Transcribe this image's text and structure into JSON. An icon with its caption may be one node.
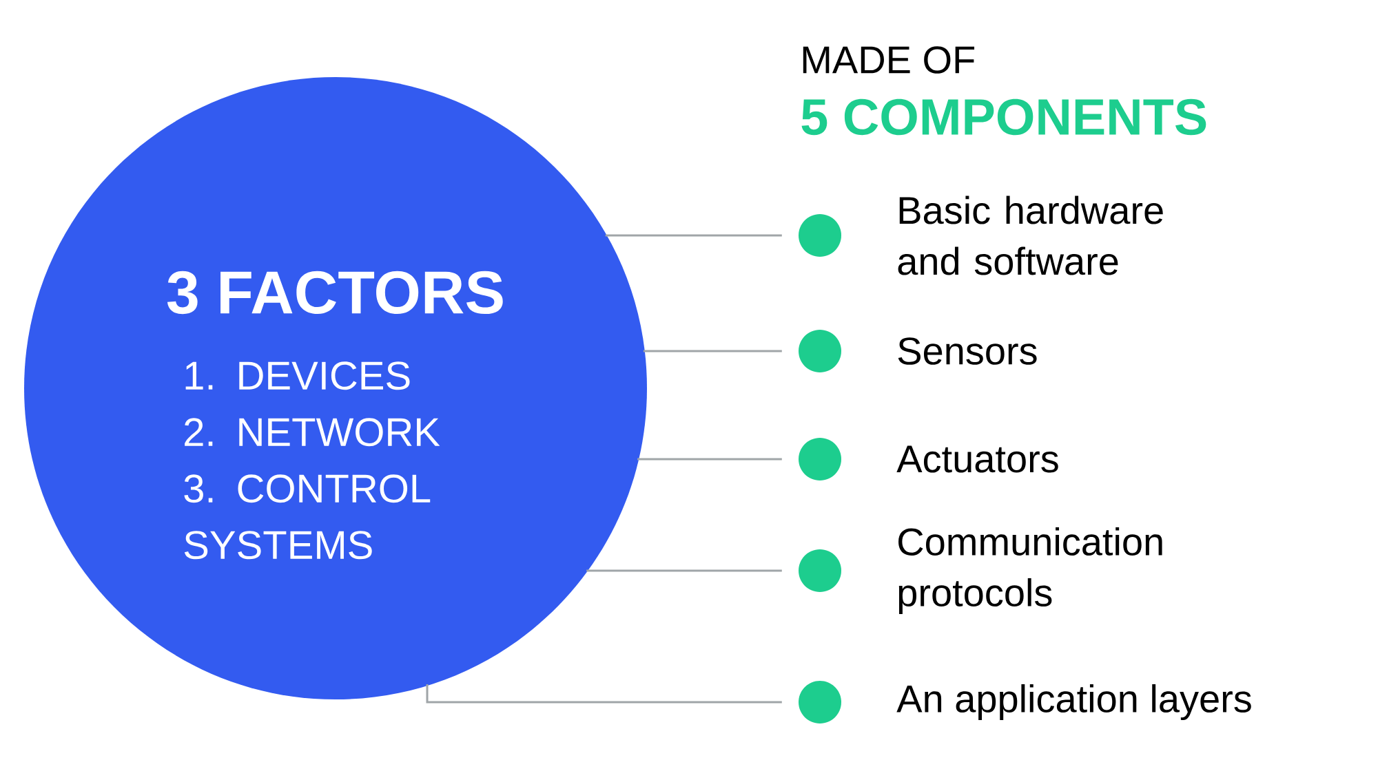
{
  "diagram": {
    "title": "MADE OF",
    "nodes": [
      {
        "text": [
          "3 FACTORS",
          "1. DEVICES",
          "2. NETWORK",
          "3. CONTROL SYSTEMS"
        ]
      },
      {
        "text": [],
        "shape": "circle",
        "beside": [
          "Basic hardware and software"
        ]
      },
      {
        "text": [],
        "shape": "circle",
        "beside": [
          "Sensors"
        ]
      },
      {
        "text": [],
        "shape": "circle",
        "beside": [
          "Actuators"
        ]
      },
      {
        "text": [],
        "shape": "circle",
        "beside": [
          "Communication protocols"
        ]
      },
      {
        "text": [],
        "shape": "circle",
        "beside": [
          "An application layers"
        ]
      }
    ],
    "edges": [
      {
        "from": 0,
        "to": 1,
        "arrow": "none"
      },
      {
        "from": 0,
        "to": 2,
        "arrow": "none"
      },
      {
        "from": 0,
        "to": 3,
        "arrow": "none"
      },
      {
        "from": 0,
        "to": 4,
        "arrow": "none"
      },
      {
        "from": 0,
        "to": 5,
        "arrow": "none"
      }
    ],
    "labels": [
      "5 COMPONENTS"
    ]
  }
}
